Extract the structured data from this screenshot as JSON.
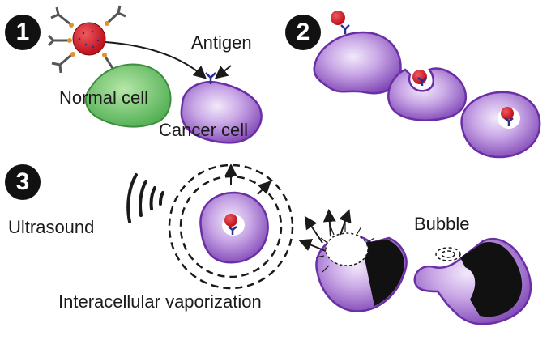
{
  "steps": [
    "1",
    "2",
    "3"
  ],
  "labels": {
    "antigen": "Antigen",
    "normal_cell": "Normal cell",
    "cancer_cell": "Cancer cell",
    "ultrasound": "Ultrasound",
    "bubble": "Bubble",
    "vaporization": "Interacellular vaporization"
  },
  "colors": {
    "cancer_cell": "#9a66c8",
    "normal_cell": "#69c26a",
    "nanoparticle": "#d01f2a",
    "badge": "#111111",
    "burst_interior": "#111111"
  },
  "icons": [
    "nanoparticle-icon",
    "antibody-icon",
    "ultrasound-wave-icon",
    "bubble-icon"
  ]
}
